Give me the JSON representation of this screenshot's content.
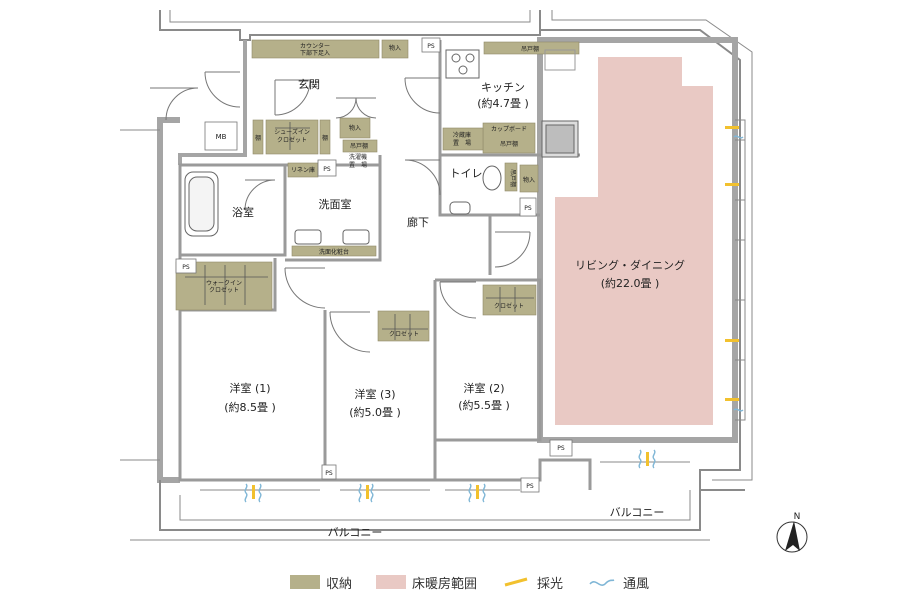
{
  "colors": {
    "storage": "#b5b08a",
    "floor_heating": "#e9c9c4",
    "light": "#f2c12e",
    "wind": "#7fb6d6",
    "wall": "#9a9a9a"
  },
  "rooms": {
    "ldk": "リビング・ダイニング",
    "ldk_size": "(約22.0畳 )",
    "kitchen": "キッチン",
    "kitchen_size": "(約4.7畳 )",
    "genkan": "玄関",
    "toilet": "トイレ",
    "bath": "浴室",
    "wash": "洗面室",
    "corridor": "廊下",
    "room1": "洋室 (1)",
    "room1_size": "(約8.5畳 )",
    "room3": "洋室 (3)",
    "room3_size": "(約5.0畳 )",
    "room2": "洋室 (2)",
    "room2_size": "(約5.5畳 )",
    "balcony": "バルコニー"
  },
  "small_labels": {
    "counter1": "カウンター",
    "counter2": "下部下足入",
    "monoire": "物入",
    "ps": "PS",
    "mb": "MB",
    "shoes1": "シューズイン",
    "shoes2": "クロゼット",
    "tana": "棚",
    "linen": "リネン庫",
    "tsuridana": "吊戸棚",
    "sentakuki1": "洗濯機",
    "sentakuki2": "置　場",
    "senmen": "洗面化粧台",
    "reizoko1": "冷蔵庫",
    "reizoko2": "置　場",
    "cupboard": "カップボード",
    "walkin1": "ウォークイン",
    "walkin2": "クロゼット",
    "closet": "クロゼット"
  },
  "compass": {
    "n": "N"
  },
  "legend": [
    {
      "label": "収納",
      "kind": "storage"
    },
    {
      "label": "床暖房範囲",
      "kind": "floor_heating"
    },
    {
      "label": "採光",
      "kind": "light"
    },
    {
      "label": "通風",
      "kind": "wind"
    }
  ]
}
